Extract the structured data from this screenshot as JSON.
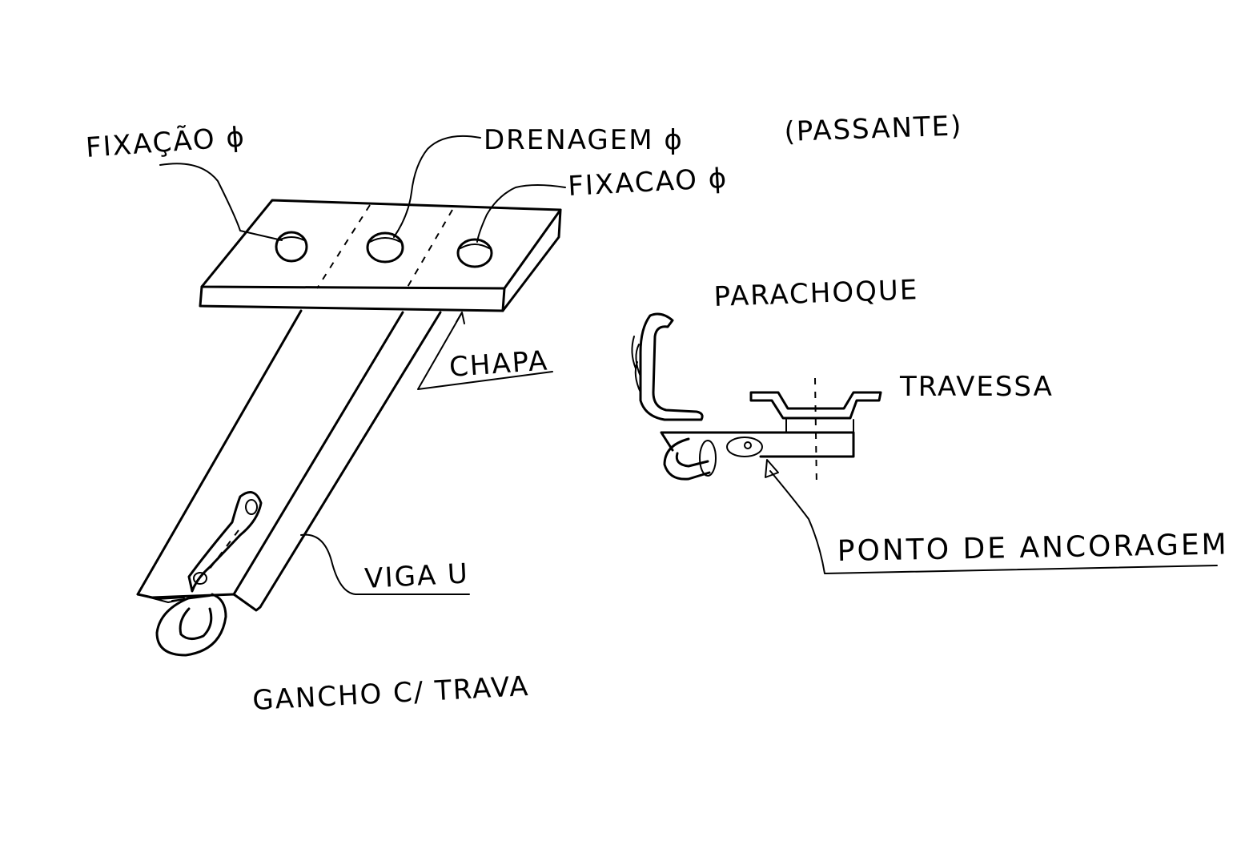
{
  "labels": {
    "fixacao_left": "FIXAÇÃO ϕ",
    "drenagem": "DRENAGEM ϕ",
    "fixacao_right": "FIXACAO ϕ",
    "passante": "(PASSANTE)",
    "chapa": "CHAPA",
    "viga_u": "VIGA U",
    "gancho_trava": "GANCHO C/ TRAVA",
    "parachoque": "PARACHOQUE",
    "travessa": "TRAVESSA",
    "ponto_ancoragem": "PONTO DE ANCORAGEM"
  }
}
